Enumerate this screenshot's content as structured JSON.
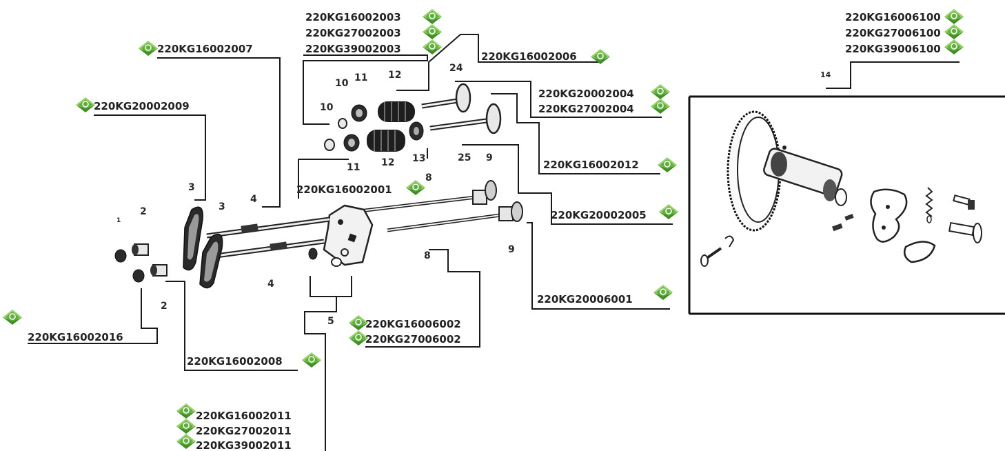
{
  "part_labels": {
    "valve_spring_retainer_group": [
      "220KG16002003",
      "220KG27002003",
      "220KG39002003"
    ],
    "rocker_shaft": "220KG16002007",
    "rocker_arm": "220KG20002009",
    "pushrod_seat": "220KG16002006",
    "intake_valve": [
      "220KG20002004",
      "220KG27002004"
    ],
    "exhaust_valve_guide": "220KG16002012",
    "valve_cotter": "220KG16002001",
    "exhaust_valve": "220KG20002005",
    "tappet": "220KG20006001",
    "pushrod": [
      "220KG16006002",
      "220KG27006002"
    ],
    "adjust_nut": "220KG16002016",
    "rocker_pivot": "220KG16002008",
    "rocker_bracket_group": [
      "220KG16002011",
      "220KG27002011",
      "220KG39002011"
    ],
    "camshaft_group": [
      "220KG16006100",
      "220KG27006100",
      "220KG39006100"
    ]
  },
  "callout_numbers": {
    "n10a": "10",
    "n11a": "11",
    "n12a": "12",
    "n24": "24",
    "n10b": "10",
    "n11b": "11",
    "n12b": "12",
    "n13": "13",
    "n25": "25",
    "n8a": "8",
    "n9a": "9",
    "n8b": "8",
    "n9b": "9",
    "n3a": "3",
    "n3b": "3",
    "n4a": "4",
    "n4b": "4",
    "n2a": "2",
    "n2b": "2",
    "n1": "1",
    "n5": "5",
    "n14": "14"
  },
  "colors": {
    "icon_green": "#5db03a",
    "icon_green_light": "#9ad36c",
    "line": "#1a1a1a"
  },
  "icons": {
    "brand_badge": "green-diamond-brand-icon"
  }
}
